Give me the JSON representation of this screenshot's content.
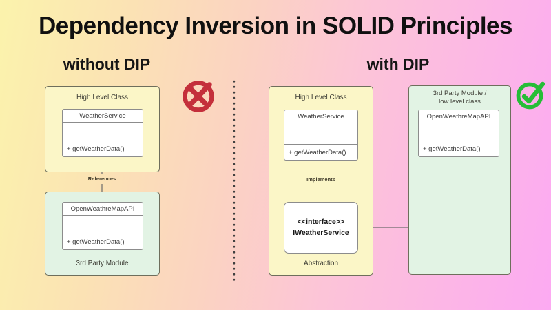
{
  "title": "Dependency Inversion in SOLID Principles",
  "left": {
    "heading": "without DIP",
    "status_icon": "cross-circle-icon",
    "high_level": {
      "label": "High Level Class",
      "class": {
        "name": "WeatherService",
        "method": "+ getWeatherData()"
      }
    },
    "relation_label": "References",
    "third_party": {
      "label": "3rd Party Module",
      "class": {
        "name": "OpenWeathreMapAPI",
        "method": "+ getWeatherData()"
      }
    }
  },
  "right": {
    "heading": "with DIP",
    "status_icon": "check-circle-icon",
    "high_level": {
      "label": "High Level Class",
      "class": {
        "name": "WeatherService",
        "method": "+ getWeatherData()"
      }
    },
    "relation_label": "Implements",
    "abstraction": {
      "label": "Abstraction",
      "interface": {
        "stereotype": "<<interface>>",
        "name": "IWeatherService"
      }
    },
    "third_party": {
      "label_line1": "3rd Party Module /",
      "label_line2": "low level class",
      "class": {
        "name": "OpenWeathreMapAPI",
        "method": "+ getWeatherData()"
      }
    }
  },
  "colors": {
    "background_left": "#fbf3ac",
    "background_right": "#fcaaf2",
    "container_yellow": "#fbf6c7",
    "container_green": "#e2f3e4",
    "cross_icon_red": "#c42f3b",
    "check_icon_green": "#26bd37",
    "connector_gray": "#6b6b6b",
    "text_dark": "#101010"
  }
}
